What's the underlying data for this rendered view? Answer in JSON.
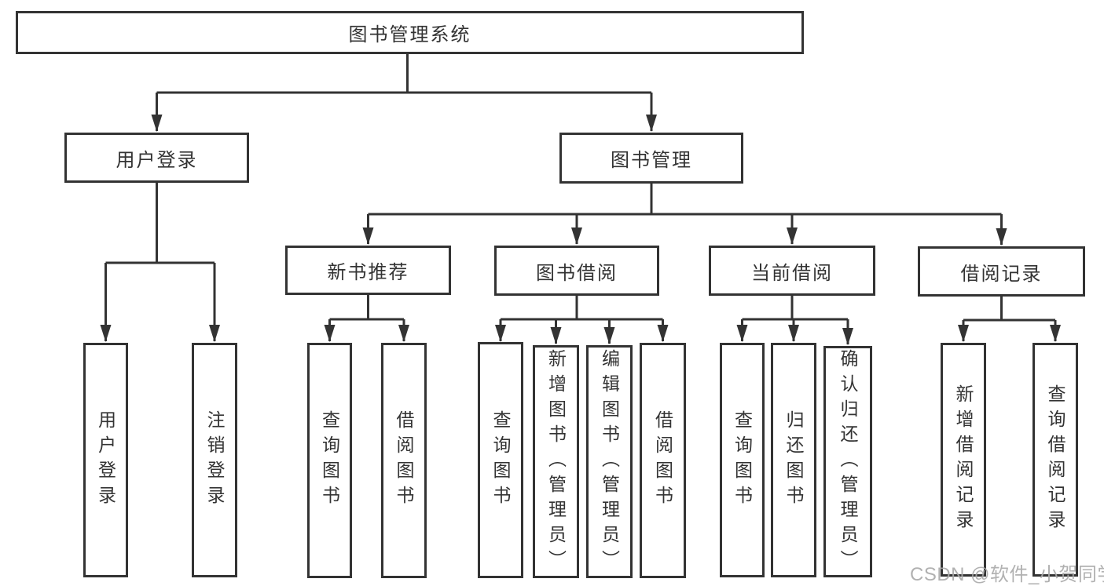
{
  "colors": {
    "line": "#333333",
    "text": "#333333",
    "watermark": "#a9a9a9",
    "background": "#ffffff"
  },
  "watermark": {
    "text": "CSDN @软件_小贺同学"
  },
  "diagram": {
    "root": {
      "label": "图书管理系统"
    },
    "branches": [
      {
        "label": "用户登录",
        "leaves": [
          "用户登录",
          "注销登录"
        ]
      },
      {
        "label": "图书管理",
        "children": [
          {
            "label": "新书推荐",
            "leaves": [
              "查询图书",
              "借阅图书"
            ]
          },
          {
            "label": "图书借阅",
            "leaves": [
              "查询图书",
              "新增图书（管理员）",
              "编辑图书（管理员）",
              "借阅图书"
            ]
          },
          {
            "label": "当前借阅",
            "leaves": [
              "查询图书",
              "归还图书",
              "确认归还（管理员）"
            ]
          },
          {
            "label": "借阅记录",
            "leaves": [
              "新增借阅记录",
              "查询借阅记录"
            ]
          }
        ]
      }
    ]
  }
}
